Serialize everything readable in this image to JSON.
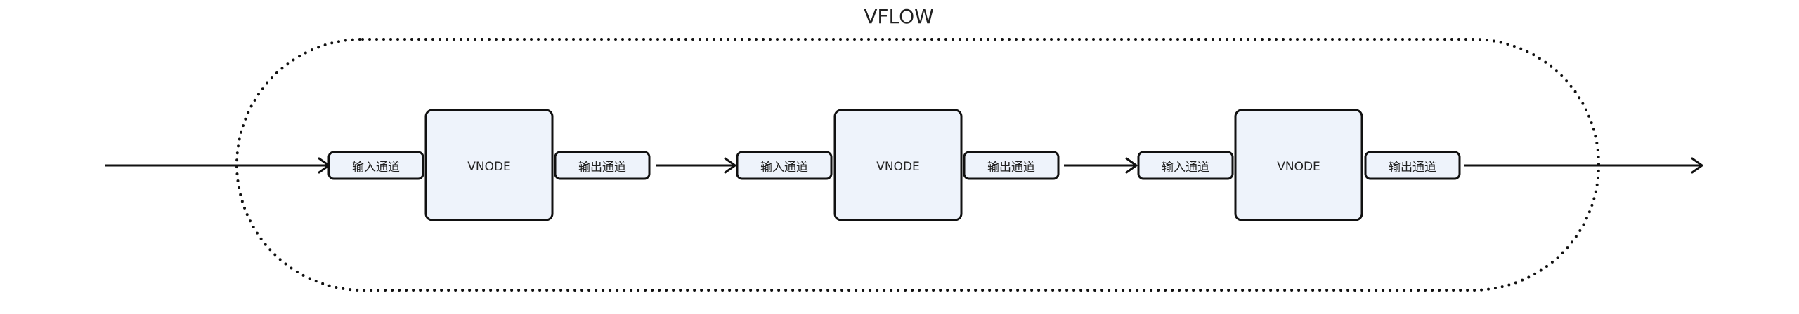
{
  "title": "VFLOW",
  "nodes": [
    {
      "label": "VNODE",
      "input_label": "输入通道",
      "output_label": "输出通道"
    },
    {
      "label": "VNODE",
      "input_label": "输入通道",
      "output_label": "输出通道"
    },
    {
      "label": "VNODE",
      "input_label": "输入通道",
      "output_label": "输出通道"
    }
  ],
  "colors": {
    "node_fill": "#eef3fb",
    "stroke": "#111111",
    "background": "#ffffff"
  }
}
